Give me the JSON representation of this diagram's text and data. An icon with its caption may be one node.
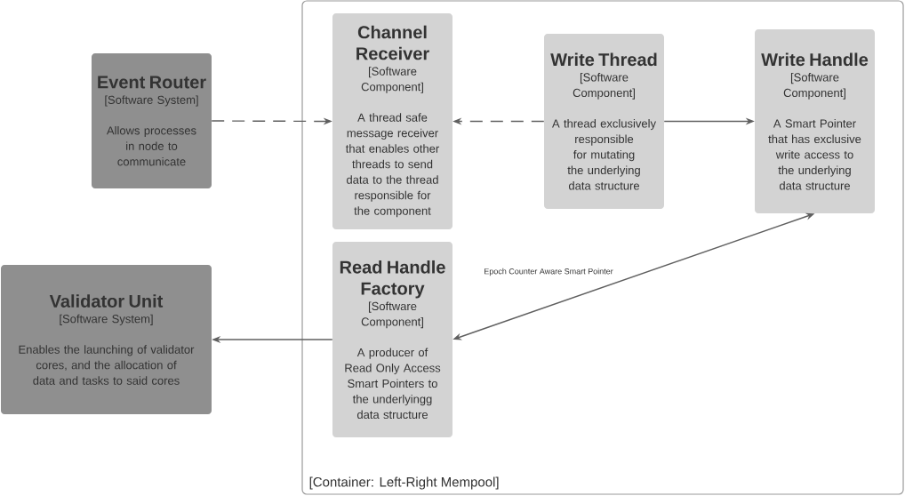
{
  "diagram": {
    "nodes": [
      {
        "text": [
          "[Container: Left-Right Mempool]"
        ]
      },
      {
        "text": [
          "Event Router",
          "[Software System]",
          "Allows processes in node to communicate"
        ]
      },
      {
        "text": [
          "Channel Receiver",
          "[Software Component]",
          "A thread safe message receiver that enables other threads to send data to the thread responsible for the component"
        ],
        "in": 0
      },
      {
        "text": [
          "Write Thread",
          "[Software Component]",
          "A thread exclusively responsible for mutating the underlying data structure"
        ],
        "in": 0
      },
      {
        "text": [
          "Write Handle",
          "[Software Component]",
          "A Smart Pointer that has exclusive write access to the underlying data structure"
        ],
        "in": 0
      },
      {
        "text": [
          "Read Handle Factory",
          "[Software Component]",
          "A producer of Read Only Access Smart Pointers to the underlyingg data structure"
        ],
        "in": 0
      },
      {
        "text": [
          "Validator Unit",
          "[Software System]",
          "Enables the launching of validator cores, and the allocation of data and tasks to said cores"
        ]
      }
    ],
    "edges": [
      {
        "from": 1,
        "to": 2,
        "arrow": "to",
        "style": "dashed"
      },
      {
        "from": 3,
        "to": 2,
        "arrow": "to",
        "style": "dashed"
      },
      {
        "from": 3,
        "to": 4,
        "arrow": "to"
      },
      {
        "from": 4,
        "to": 5,
        "arrow": "both",
        "label": "Epoch Counter Aware Smart Pointer"
      },
      {
        "from": 5,
        "to": 6,
        "arrow": "to"
      }
    ]
  }
}
